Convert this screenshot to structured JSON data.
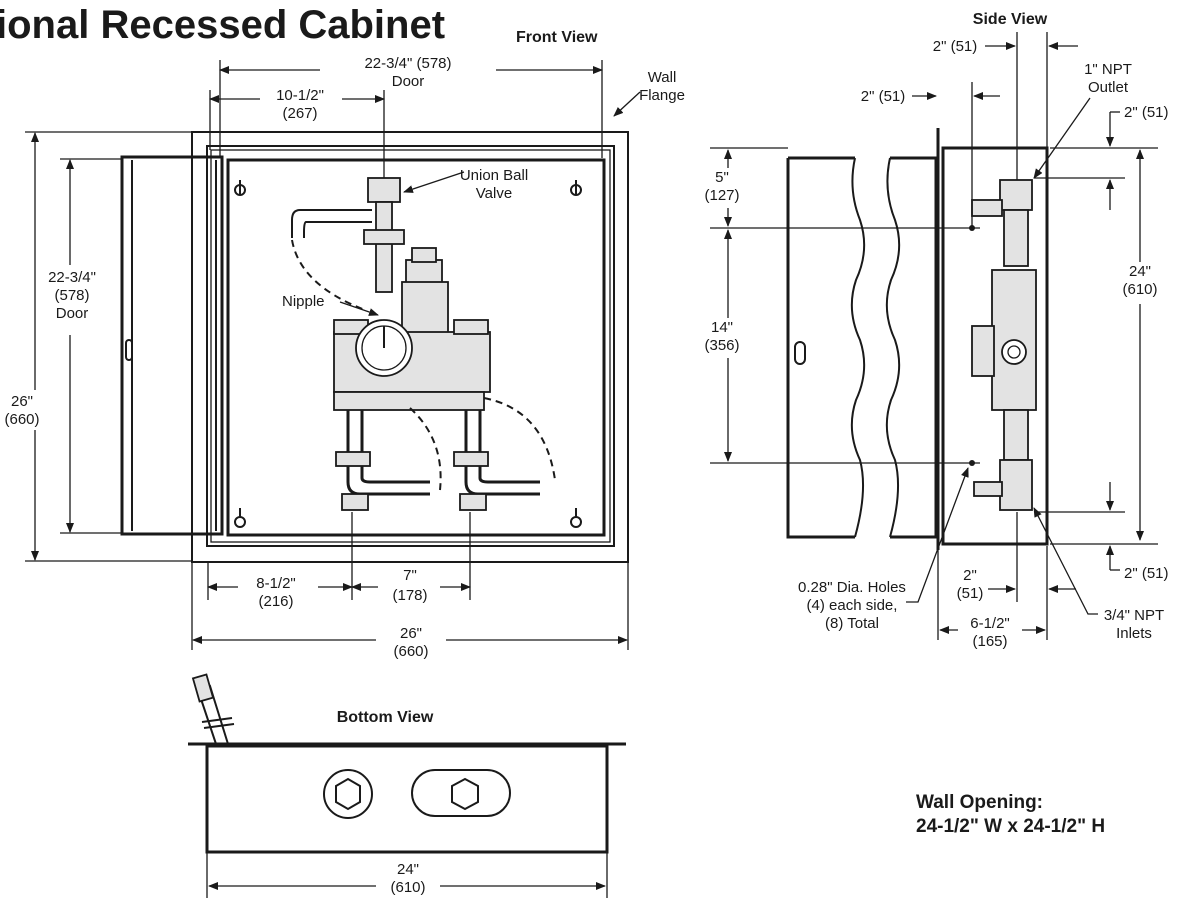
{
  "title": "ional Recessed Cabinet",
  "views": {
    "front": "Front View",
    "side": "Side View",
    "bottom": "Bottom View"
  },
  "front": {
    "door_width": "22-3/4\" (578)",
    "door_width_sub": "Door",
    "valve_offset": "10-1/2\"",
    "valve_offset_mm": "(267)",
    "wall_flange_1": "Wall",
    "wall_flange_2": "Flange",
    "union_ball_1": "Union Ball",
    "union_ball_2": "Valve",
    "nipple": "Nipple",
    "door_height": "22-3/4\"",
    "door_height_mm": "(578)",
    "door_height_sub": "Door",
    "overall_height": "26\"",
    "overall_height_mm": "(660)",
    "left_inlet": "8-1/2\"",
    "left_inlet_mm": "(216)",
    "inlet_spacing": "7\"",
    "inlet_spacing_mm": "(178)",
    "overall_width": "26\"",
    "overall_width_mm": "(660)"
  },
  "side": {
    "top_offset": "2\" (51)",
    "wall_offset": "2\" (51)",
    "outlet_1": "1\" NPT",
    "outlet_2": "Outlet",
    "right_top": "2\" (51)",
    "five": "5\"",
    "five_mm": "(127)",
    "fourteen": "14\"",
    "fourteen_mm": "(356)",
    "height": "24\"",
    "height_mm": "(610)",
    "right_bottom": "2\" (51)",
    "holes_1": "0.28\" Dia. Holes",
    "holes_2": "(4) each side,",
    "holes_3": "(8) Total",
    "depth_small": "2\"",
    "depth_small_mm": "(51)",
    "depth": "6-1/2\"",
    "depth_mm": "(165)",
    "inlets_1": "3/4\" NPT",
    "inlets_2": "Inlets"
  },
  "bottom": {
    "width": "24\"",
    "width_mm": "(610)"
  },
  "wall_opening": {
    "line1": "Wall Opening:",
    "line2": "24-1/2\" W x 24-1/2\" H"
  }
}
